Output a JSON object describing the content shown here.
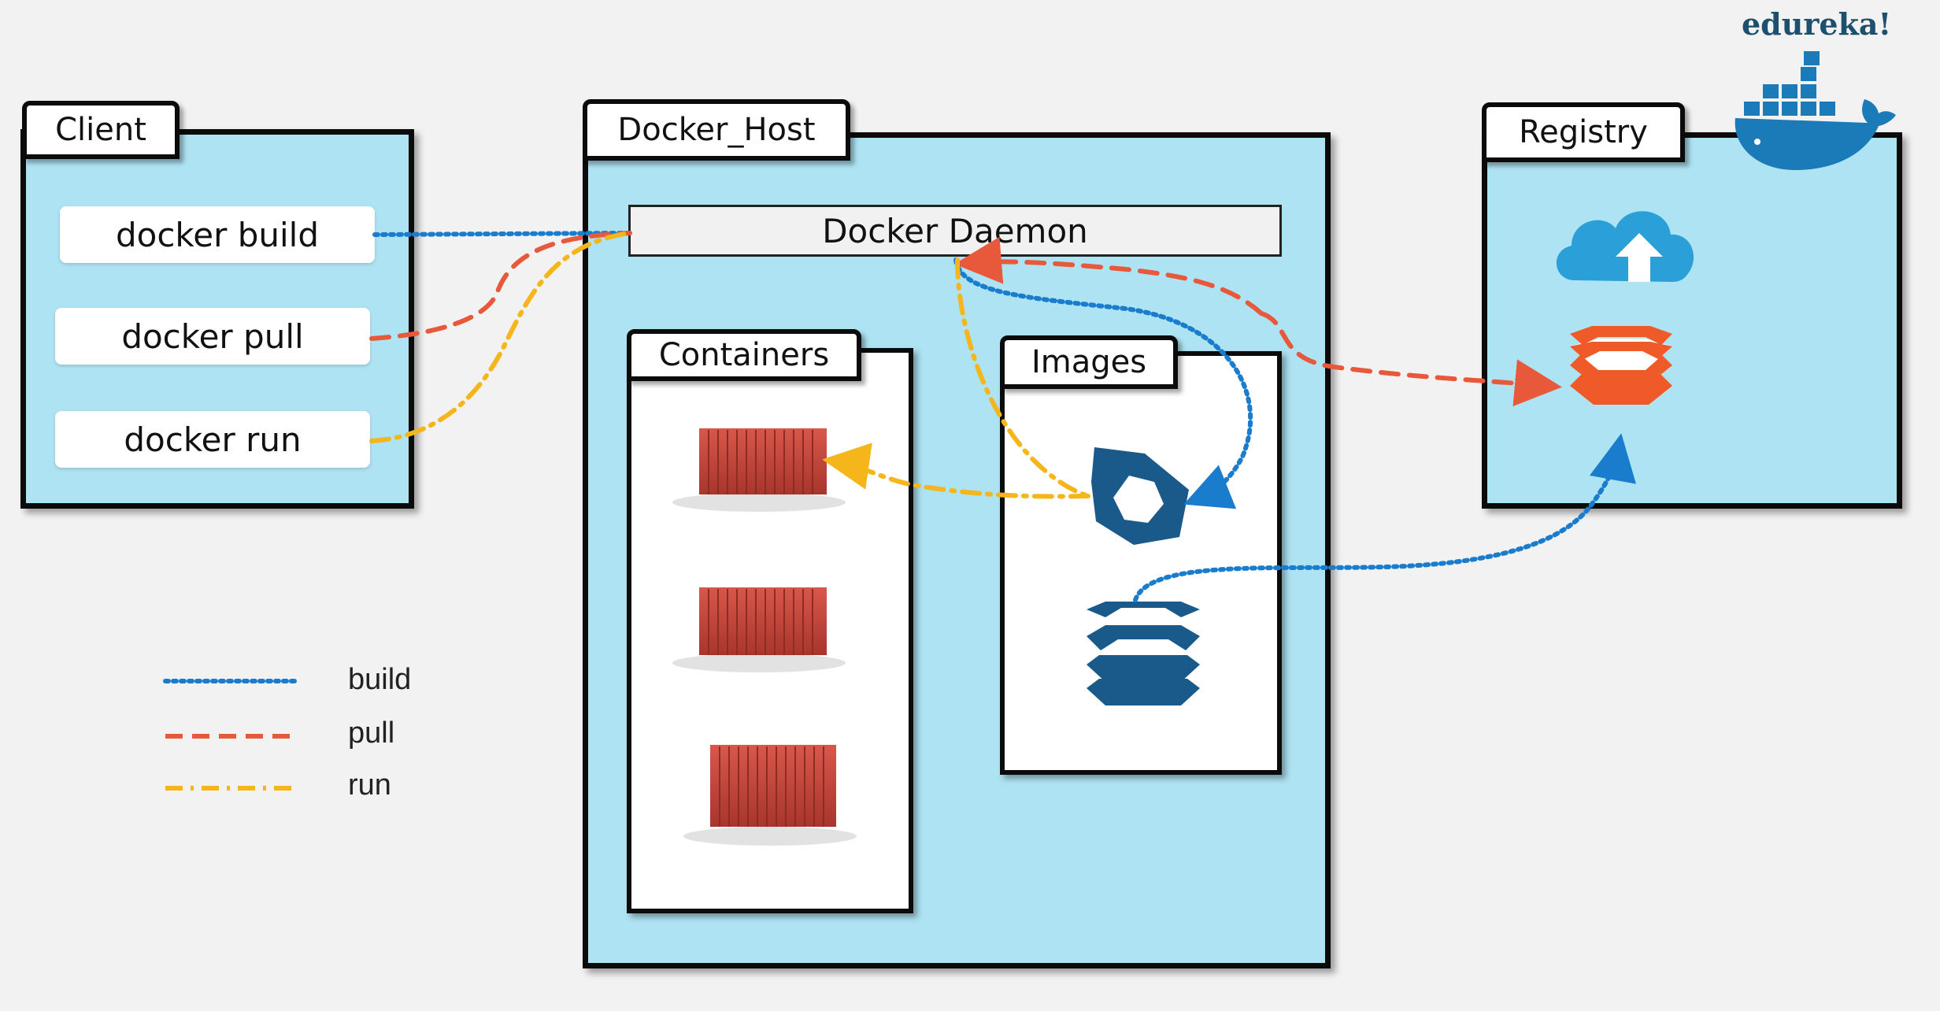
{
  "brand": {
    "logo_text": "edureka!"
  },
  "client": {
    "title": "Client",
    "commands": [
      "docker build",
      "docker pull",
      "docker run"
    ]
  },
  "docker_host": {
    "title": "Docker_Host",
    "daemon_label": "Docker Daemon",
    "containers_title": "Containers",
    "images_title": "Images"
  },
  "registry": {
    "title": "Registry"
  },
  "legend": {
    "items": [
      {
        "label": "build",
        "color": "#1a7ccc",
        "style": "dotted"
      },
      {
        "label": "pull",
        "color": "#e8583a",
        "style": "dashed"
      },
      {
        "label": "run",
        "color": "#f4b61a",
        "style": "dash-dot"
      }
    ]
  },
  "colors": {
    "panel_fill": "#aee3f3",
    "image_blue": "#1a5a8a",
    "registry_orange": "#f05a28",
    "container_red": "#c9453a",
    "cloud_blue": "#2a9fd8"
  },
  "icons": [
    "docker-whale-icon",
    "cloud-upload-icon",
    "registry-stack-icon",
    "image-hexagon-icon",
    "image-stack-icon",
    "shipping-container-icon"
  ]
}
